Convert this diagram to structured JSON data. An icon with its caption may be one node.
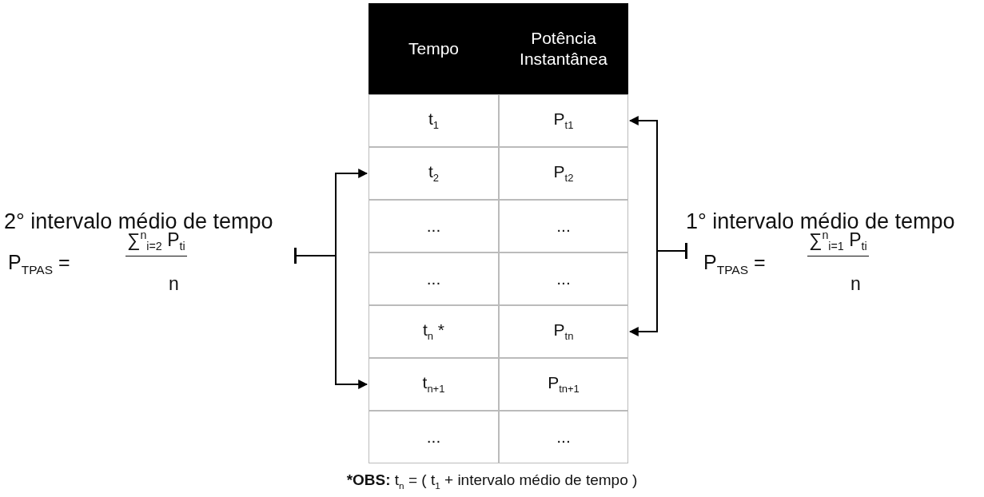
{
  "diagram": {
    "nodes": [
      {
        "text": [
          "2° intervalo médio de tempo",
          "P$_{TPAS}$ =",
          "∑$^{n}$$_{i=2}$ P$_{ti}$",
          "n"
        ]
      },
      {
        "text": [
          "Tempo"
        ]
      },
      {
        "text": [
          "Potência Instantânea"
        ]
      },
      {
        "text": [
          "t$_{1}$"
        ]
      },
      {
        "text": [
          "P$_{t1}$"
        ]
      },
      {
        "text": [
          "t$_{2}$"
        ]
      },
      {
        "text": [
          "P$_{t2}$"
        ]
      },
      {
        "text": [
          "..."
        ]
      },
      {
        "text": [
          "..."
        ]
      },
      {
        "text": [
          "..."
        ]
      },
      {
        "text": [
          "..."
        ]
      },
      {
        "text": [
          "t$_{n}$ *"
        ]
      },
      {
        "text": [
          "P$_{tn}$"
        ]
      },
      {
        "text": [
          "t$_{n+1}$"
        ]
      },
      {
        "text": [
          "P$_{tn+1}$"
        ]
      },
      {
        "text": [
          "..."
        ]
      },
      {
        "text": [
          "..."
        ]
      },
      {
        "text": [
          "1° intervalo médio de tempo",
          "P$_{TPAS}$ =",
          "∑$^{n}$$_{i=1}$ P$_{ti}$",
          "n"
        ]
      }
    ],
    "edges": [
      {
        "from": 0,
        "to": 5,
        "arrow": "to"
      },
      {
        "from": 0,
        "to": 13,
        "arrow": "to"
      },
      {
        "from": 17,
        "to": 4,
        "arrow": "to"
      },
      {
        "from": 17,
        "to": 12,
        "arrow": "to"
      }
    ],
    "labels": [
      "***OBS:** t$_{n}$ = ( t$_{1}$ + intervalo médio de tempo )"
    ]
  }
}
